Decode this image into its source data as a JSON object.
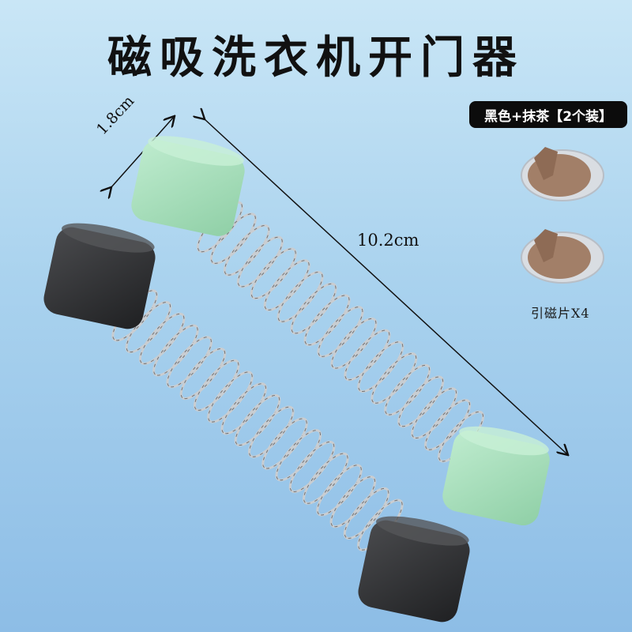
{
  "title": "磁吸洗衣机开门器",
  "badge": "黑色+抹茶【2个装】",
  "dimensions": {
    "width": "1.8cm",
    "length": "10.2cm"
  },
  "magnet_label": "引磁片X4",
  "colors": {
    "green_cap": "#a8e0bd",
    "black_cap": "#333436",
    "spring": "#c9cdd1",
    "sticker": "#a27f68"
  }
}
